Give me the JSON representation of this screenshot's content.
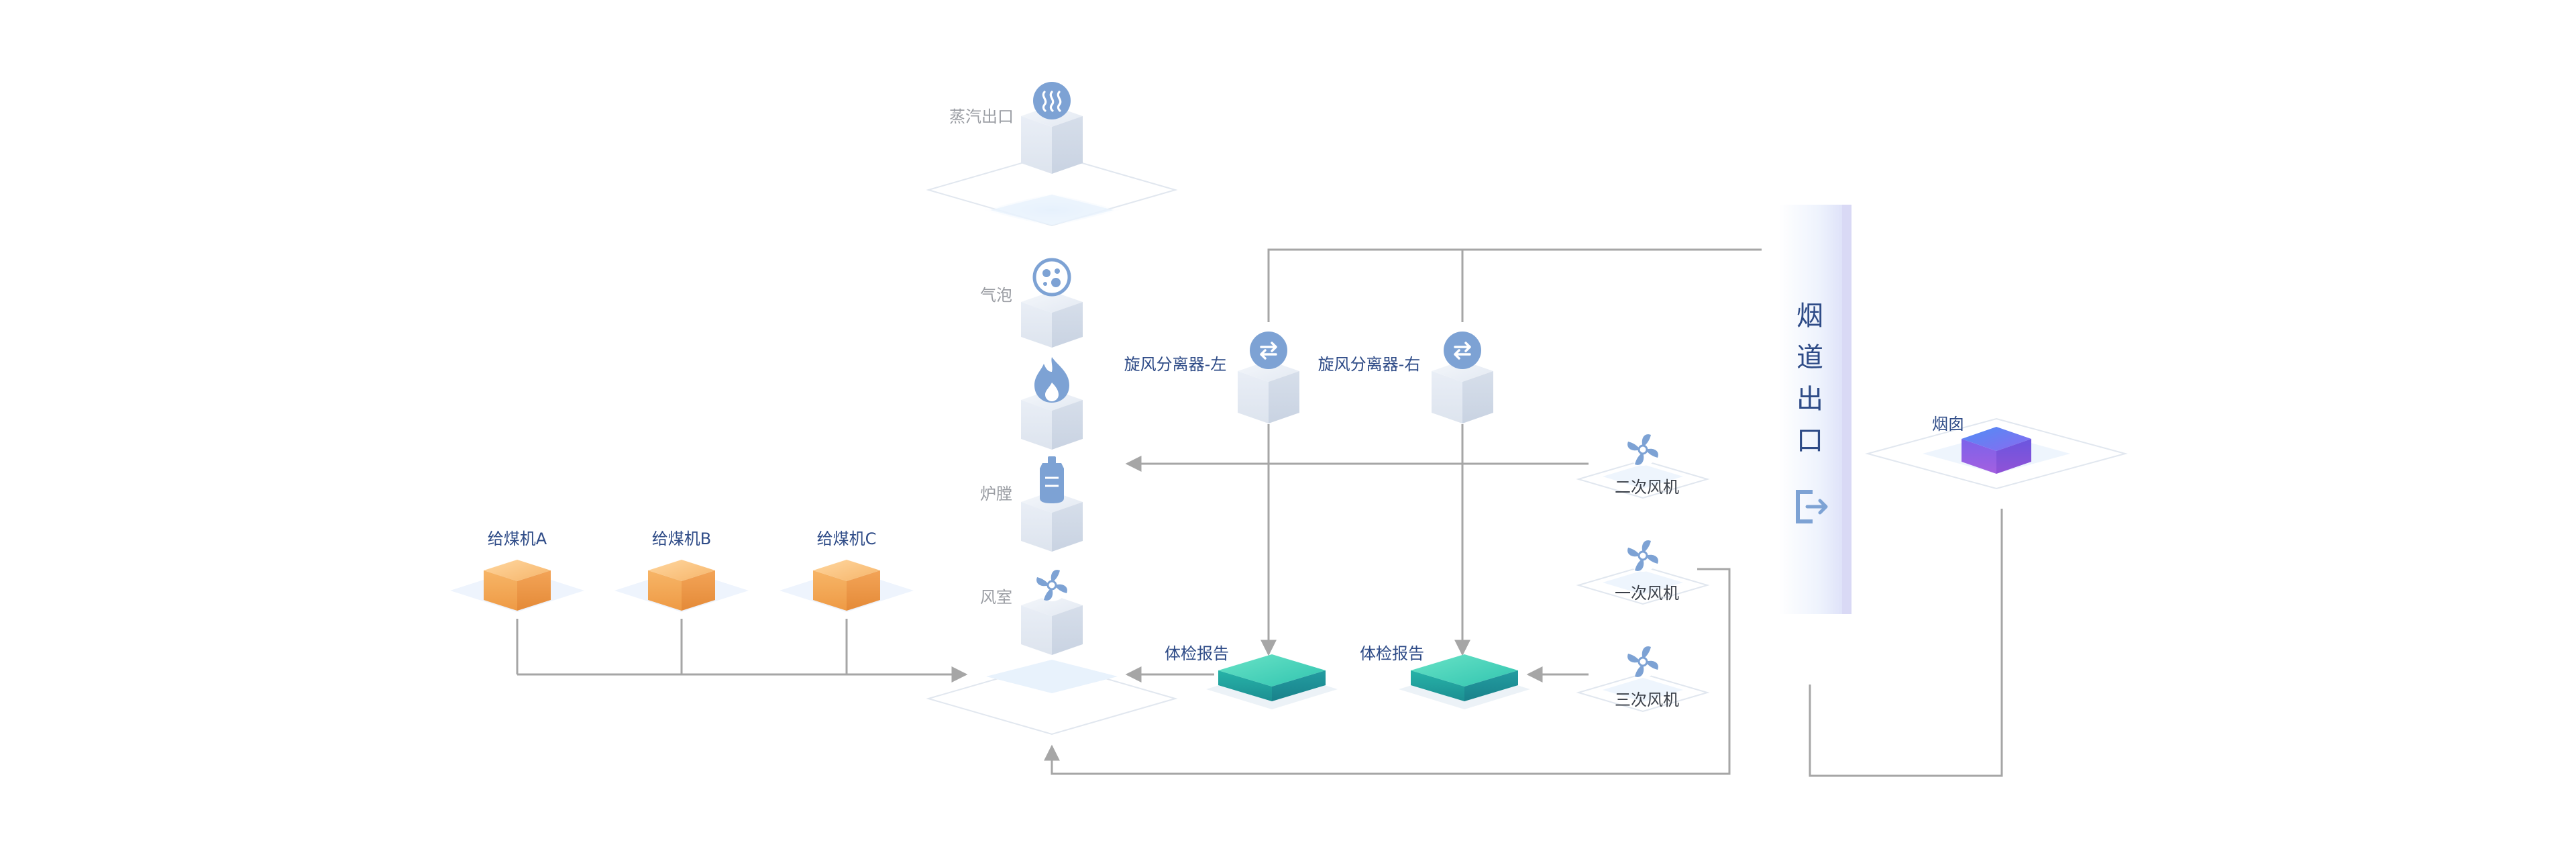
{
  "boiler": {
    "steam_outlet": "蒸汽出口",
    "bubble": "气泡",
    "furnace": "炉膛",
    "wind_chamber": "风室"
  },
  "cyclones": {
    "left": "旋风分离器-左",
    "right": "旋风分离器-右"
  },
  "feeders": [
    {
      "label": "给煤机A"
    },
    {
      "label": "给煤机B"
    },
    {
      "label": "给煤机C"
    }
  ],
  "reports": [
    {
      "label": "体检报告"
    },
    {
      "label": "体检报告"
    }
  ],
  "fans": {
    "secondary": "二次风机",
    "primary": "一次风机",
    "tertiary": "三次风机"
  },
  "flue": {
    "chars": [
      "烟",
      "道",
      "出",
      "口"
    ]
  },
  "chimney": "烟囱",
  "colors": {
    "label_blue": "#2e4b87",
    "label_gray": "#9a9da3",
    "connector": "#a6a6a6",
    "icon_blue": "#7da2d4",
    "feeder_orange": "#f0a24c",
    "report_teal": "#2fc2b5",
    "chimney_purple": "#7a63e6"
  }
}
